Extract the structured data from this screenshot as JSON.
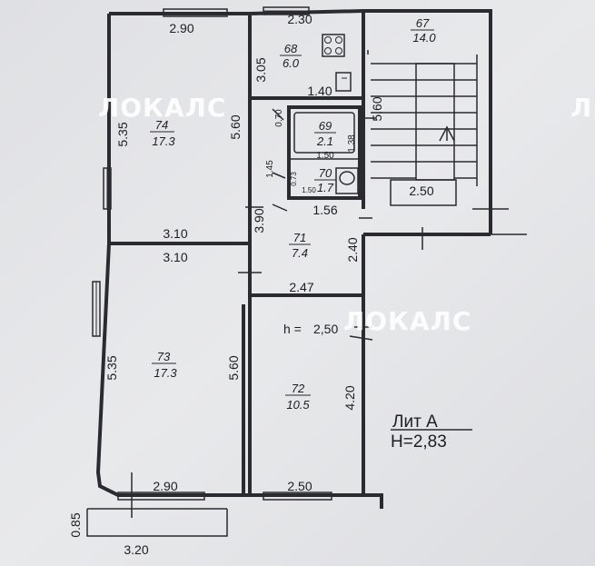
{
  "watermark": {
    "brand": "ЛОКАЛС",
    "corner_fragment": "Л"
  },
  "rooms": [
    {
      "number": "74",
      "area": "17.3"
    },
    {
      "number": "73",
      "area": "17.3"
    },
    {
      "number": "68",
      "area": "6.0"
    },
    {
      "number": "69",
      "area": "2.1"
    },
    {
      "number": "70",
      "area": "1.7"
    },
    {
      "number": "71",
      "area": "7.4"
    },
    {
      "number": "72",
      "area": "10.5"
    },
    {
      "number": "67",
      "area": "14.0"
    }
  ],
  "dimensions": {
    "r74_top": "2.90",
    "r74_left": "5.35",
    "r74_right": "5.60",
    "r74_bottom": "3.10",
    "r73_top": "3.10",
    "r73_left": "5.35",
    "r73_right": "5.60",
    "r73_bottom": "2.90",
    "r68_top": "2.30",
    "r68_left": "3.05",
    "r68_bottom": "1.40",
    "bath_left": "0.70",
    "bath_width": "1.50",
    "bath_height": "1.38",
    "wc_left": "1.45",
    "wc_side": "0.73",
    "wc_width": "1.50",
    "corridor_left": "3.90",
    "corridor_top": "1.56",
    "corridor_right": "2.40",
    "corridor_bottom": "2.47",
    "stair_height": "5.60",
    "stair_landing": "2.50",
    "r72_right": "4.20",
    "r72_bottom": "2.50",
    "balcony_depth": "0.85",
    "balcony_width": "3.20"
  },
  "ceiling_height": {
    "h_label": "h =",
    "h_value": "2,50"
  },
  "litera": {
    "name": "Лит  А",
    "height": "H=2,83"
  }
}
